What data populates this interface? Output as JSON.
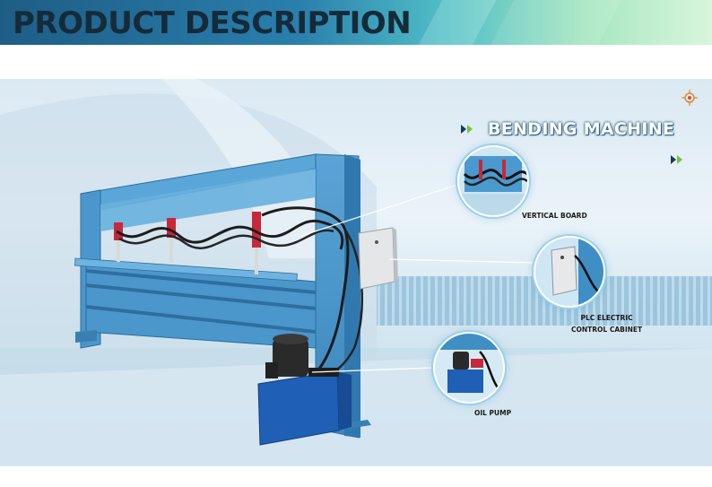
{
  "header": {
    "title": "PRODUCT DESCRIPTION"
  },
  "headline": {
    "text": "BENDING MACHINE"
  },
  "callouts": [
    {
      "label": "VERTICAL BOARD",
      "icon": "vertical-board-closeup"
    },
    {
      "label_line1": "PLC ELECTRIC",
      "label_line2": "CONTROL CABINET",
      "icon": "control-cabinet-closeup"
    },
    {
      "label": "OIL PUMP",
      "icon": "oil-pump-closeup"
    }
  ],
  "colors": {
    "machine_blue": "#3f8fc4",
    "pump_blue": "#1f5fb6",
    "cylinder_red": "#c8283a",
    "header_dark": "#1e5d86",
    "header_light": "#d8f6dc",
    "accent_green": "#7bc043"
  }
}
